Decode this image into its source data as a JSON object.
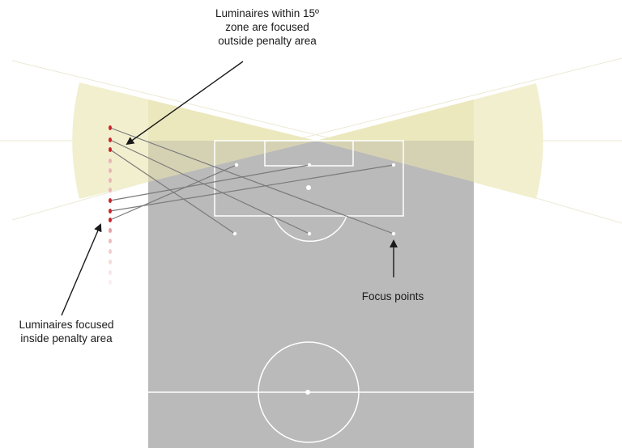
{
  "annotations": {
    "top": {
      "line1": "Luminaires within 15º",
      "line2": "zone are focused",
      "line3": "outside penalty area"
    },
    "left": {
      "line1": "Luminaires focused",
      "line2": "inside penalty area"
    },
    "focus": "Focus points"
  },
  "colors": {
    "pitch": "#bababa",
    "pitch_lines": "#ffffff",
    "beam_zone": "#f2efcf",
    "beam_edge": "#ebe7c2",
    "aim_line": "#7a7a7a",
    "luminaire_active": "#c9252c",
    "luminaire_faded": "#e9b6b8",
    "arrow": "#1a1a1a"
  }
}
